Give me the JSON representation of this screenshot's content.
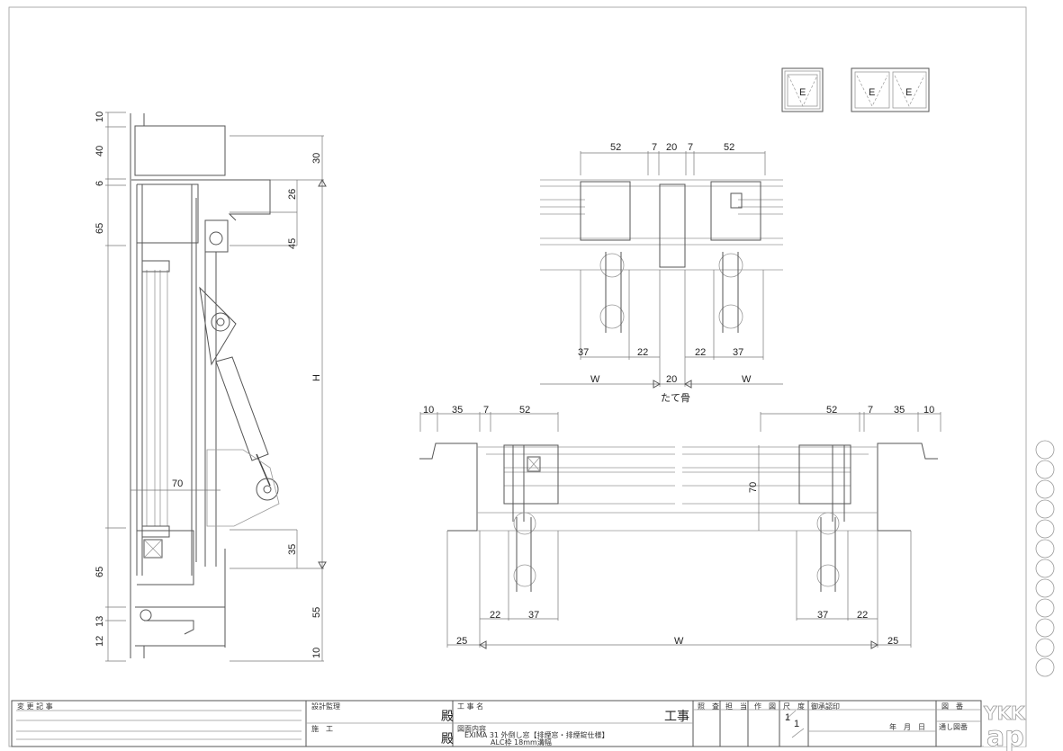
{
  "legend_icons": {
    "single_label": "E",
    "double_labels": [
      "E",
      "E"
    ]
  },
  "vertical_section": {
    "left_dims": [
      "10",
      "40",
      "6",
      "65",
      "65",
      "13",
      "12"
    ],
    "right_dims": [
      "30",
      "26",
      "45",
      "35",
      "55",
      "10"
    ],
    "height_label": "H",
    "depth_label": "70"
  },
  "mullion_section": {
    "top_dims": [
      "52",
      "7",
      "20",
      "7",
      "52"
    ],
    "bottom_dims": [
      "37",
      "22",
      "22",
      "37"
    ],
    "width_labels": [
      "W",
      "20",
      "W"
    ],
    "mullion_label": "たて骨"
  },
  "horizontal_section": {
    "top_left_dims": [
      "10",
      "35",
      "7",
      "52"
    ],
    "top_right_dims": [
      "52",
      "7",
      "35",
      "10"
    ],
    "depth_label": "70",
    "bottom_dims": [
      "22",
      "37",
      "37",
      "22"
    ],
    "width_dims": [
      "25",
      "W",
      "25"
    ]
  },
  "title_block": {
    "revision_label": "変 更 記 事",
    "design_supervisor_label": "設計監理",
    "honorific_1": "殿",
    "construction_label": "施　工",
    "honorific_2": "殿",
    "project_name_label": "工 事 名",
    "project_suffix": "工事",
    "drawing_content_label": "図面内容",
    "drawing_content_line1": "EXIMA 31 外倒し窓【排煙窓・排煙錠仕様】",
    "drawing_content_line2": "ALC枠 18mm溝幅",
    "check_labels": [
      "照　査",
      "担　当",
      "作　図"
    ],
    "scale_label": "尺　度",
    "scale_top": "1",
    "scale_bottom": "1",
    "approval_label": "御承認印",
    "date_label": "年　月　日",
    "drawing_no_label": "図　番",
    "serial_label": "通し図番",
    "logo_text": "YKK ap"
  }
}
